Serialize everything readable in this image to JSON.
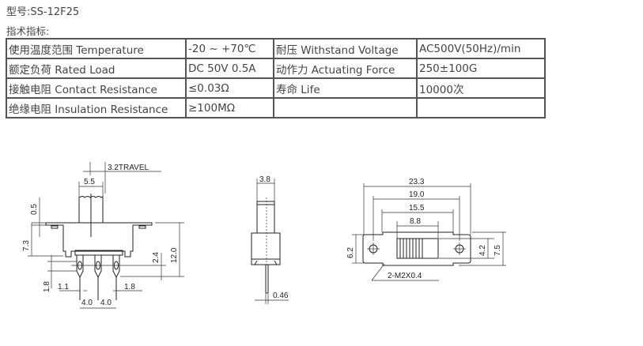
{
  "model": "型号:SS-12F25",
  "spec_title": "指术指标:",
  "spec_table": [
    [
      "使用温度范围 Temperature",
      "-20 ~ +70℃",
      "耐压 Withstand Voltage",
      "AC500V(50Hz)/min"
    ],
    [
      "额定负荷 Rated Load",
      "DC 50V 0.5A",
      "动作力 Actuating Force",
      "250±100G"
    ],
    [
      "接触电阻 Contact Resistance",
      "≤0.03Ω",
      "寿命 Life",
      "10000次"
    ],
    [
      "绝缘电阻 Insulation Resistance",
      "≥100MΩ",
      "",
      ""
    ]
  ],
  "drawings": {
    "front": {
      "travel": "3.2TRAVEL",
      "actuator_width": "5.5",
      "flange": "0.5",
      "body_height": "7.3",
      "pin_offset": "2.4",
      "total_height": "12.0",
      "pin_hole": "1.8",
      "pin_width": "1.1",
      "pin_width2": "1.8",
      "pitch1": "4.0",
      "pitch2": "4.0"
    },
    "side": {
      "actuator_width": "3.8",
      "pin_thickness": "0.46"
    },
    "top": {
      "overall_length": "23.3",
      "hole_spacing": "19.0",
      "body_length": "15.5",
      "slot_length": "8.8",
      "width": "6.2",
      "inner_height": "4.2",
      "total_width": "7.5",
      "screw": "2-M2X0.4"
    }
  }
}
